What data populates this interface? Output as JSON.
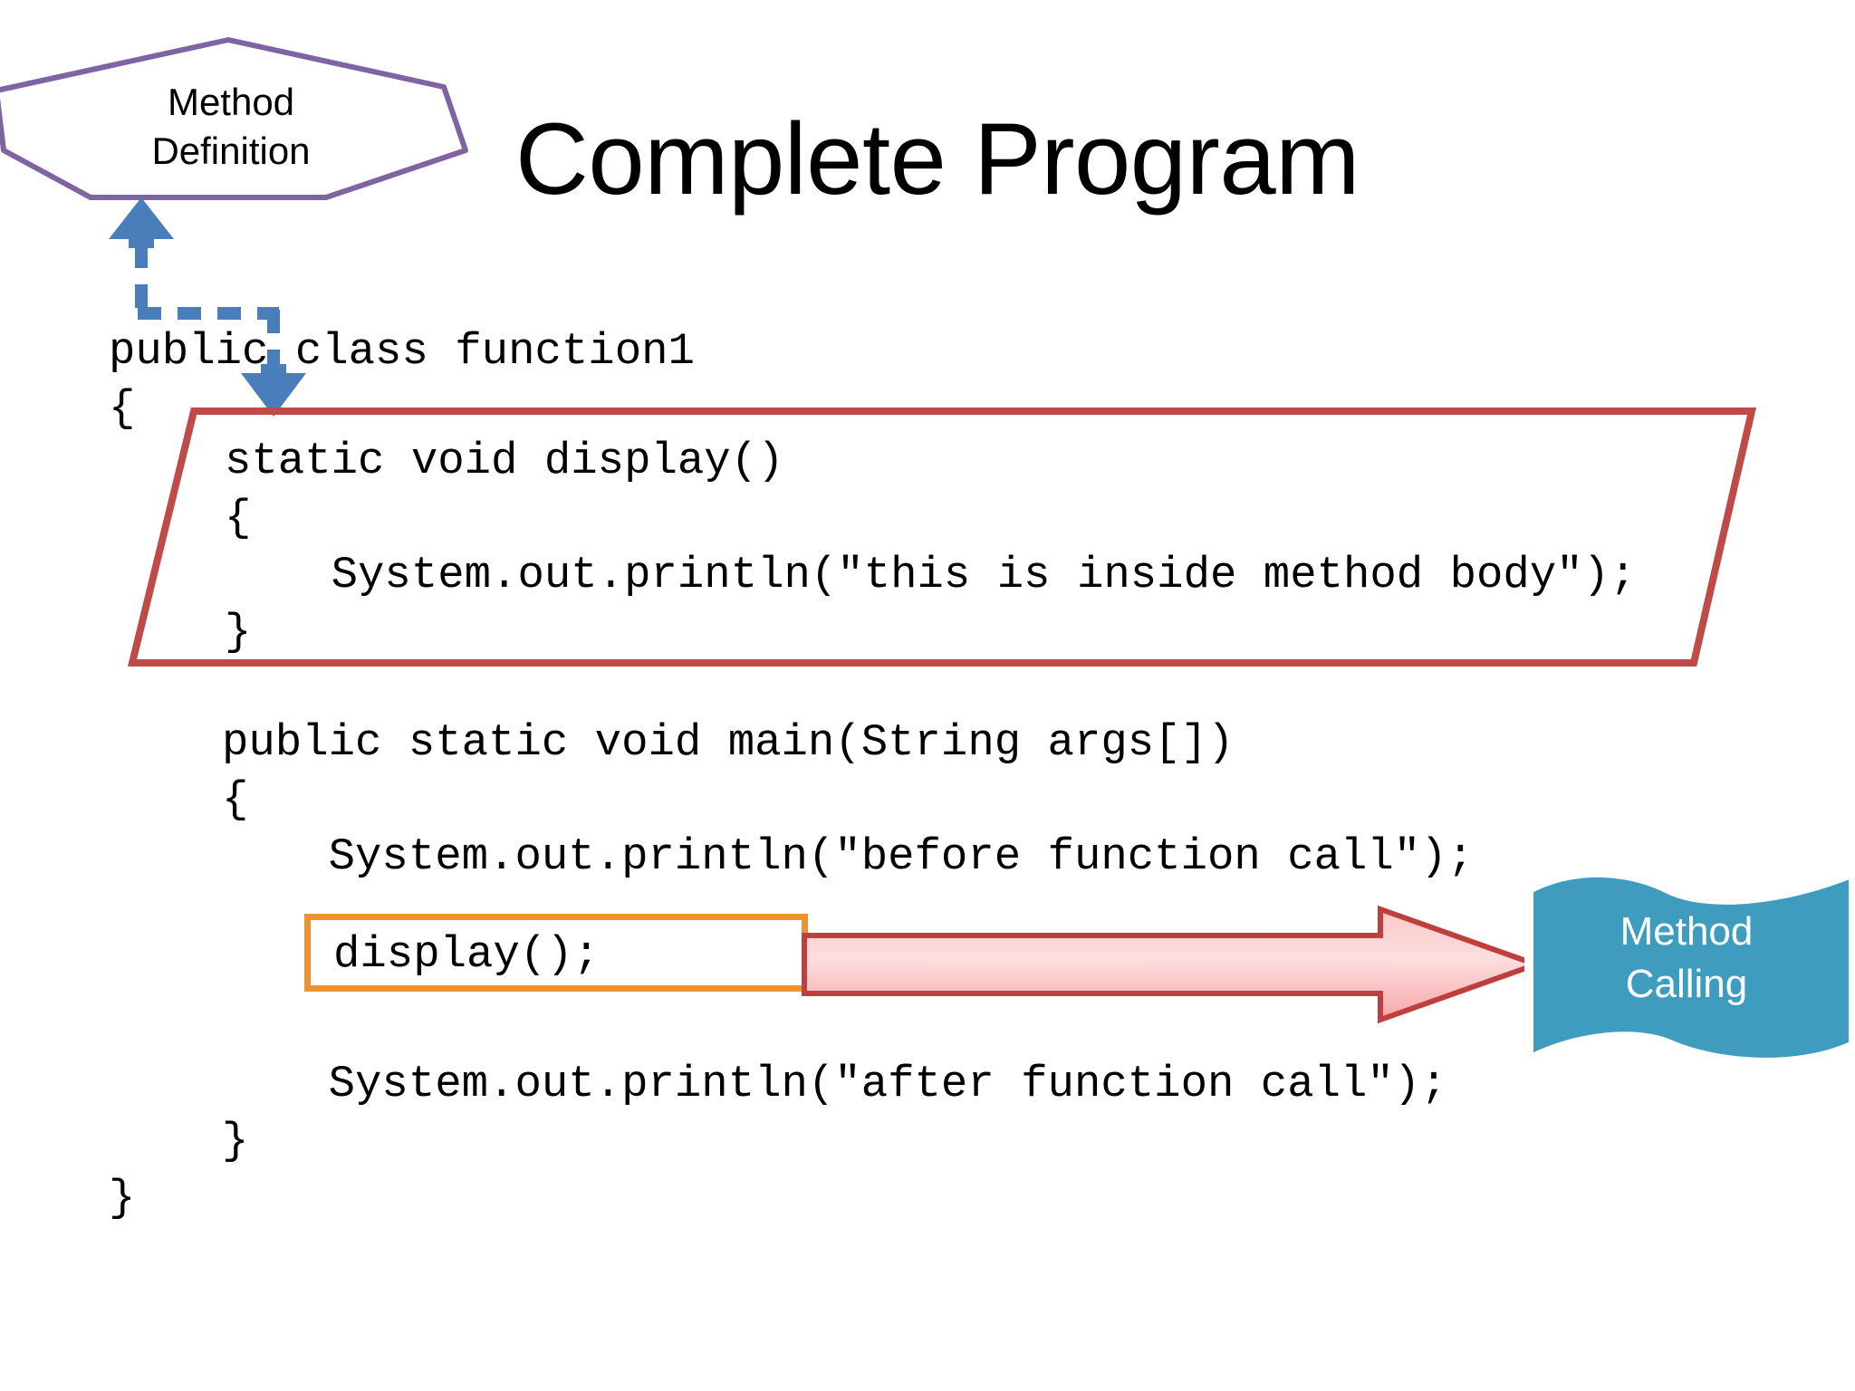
{
  "slide": {
    "title": "Complete Program"
  },
  "callouts": {
    "method_definition": {
      "line1": "Method",
      "line2": "Definition",
      "shape": "heptagon",
      "stroke_color": "#8064A2"
    },
    "method_calling": {
      "line1": "Method",
      "line2": "Calling",
      "shape": "wave-flag",
      "fill_color": "#3E9DBE",
      "text_color": "#FFFFFF"
    }
  },
  "connectors": {
    "definition_connector": {
      "style": "dashed",
      "color": "#4A7EBB",
      "from": "method-definition-callout",
      "to": "method-definition-block"
    },
    "calling_connector": {
      "style": "block-arrow",
      "fill_color": "#F9B8B8",
      "stroke_color": "#BF3F3F",
      "from": "display-call-line",
      "to": "method-calling-callout"
    }
  },
  "code": {
    "header_lines": [
      "public class function1",
      "{"
    ],
    "method_definition_lines": [
      "static void display()",
      "{",
      "    System.out.println(\"this is inside method body\");",
      "}"
    ],
    "main_lines_before": [
      "public static void main(String args[])",
      "{",
      "    System.out.println(\"before function call\");"
    ],
    "highlighted_call": "display();",
    "main_lines_after": [
      "    System.out.println(\"after function call\");",
      "}"
    ],
    "class_close": "}"
  },
  "highlight_box": {
    "border_color": "#ED9233",
    "target": "display();"
  }
}
